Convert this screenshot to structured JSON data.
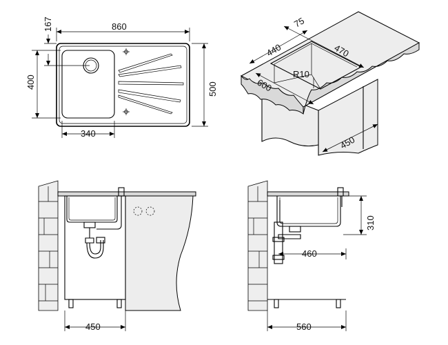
{
  "top_view": {
    "width": "860",
    "height": "500",
    "bowl_height": "400",
    "drain_offset": "167",
    "bowl_width": "340"
  },
  "iso_view": {
    "r1": "75",
    "r2": "440",
    "r3": "470",
    "r4": "R10",
    "r5": "600",
    "r6": "450"
  },
  "front_view": {
    "cabinet_width": "450"
  },
  "side_view": {
    "bowl_depth": "310",
    "pipe_offset": "460",
    "cabinet_depth": "560"
  }
}
